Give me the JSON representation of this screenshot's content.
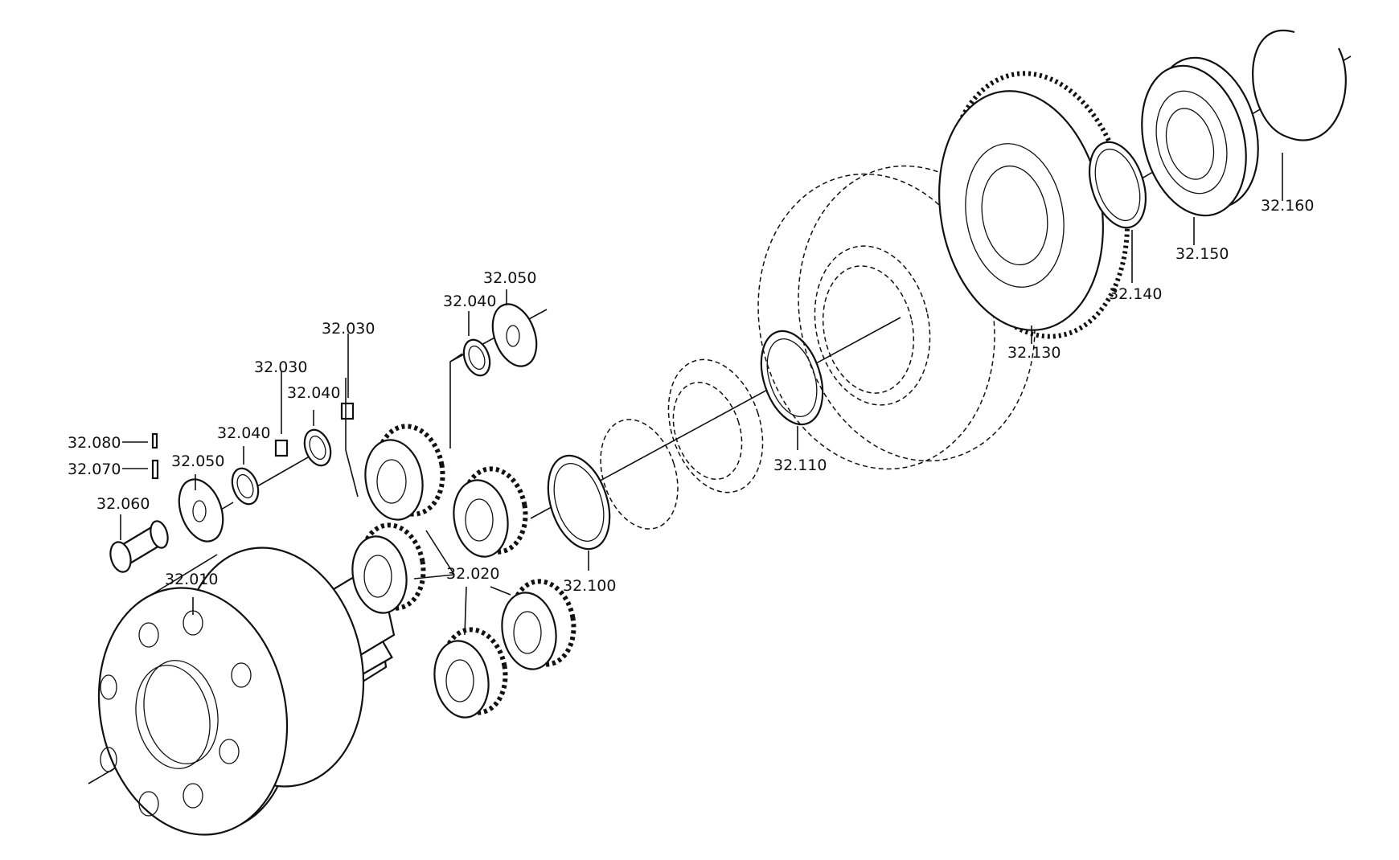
{
  "labels": {
    "p32_010": "32.010",
    "p32_020": "32.020",
    "p32_030a": "32.030",
    "p32_030b": "32.030",
    "p32_040a": "32.040",
    "p32_040b": "32.040",
    "p32_040c": "32.040",
    "p32_050a": "32.050",
    "p32_050b": "32.050",
    "p32_060": "32.060",
    "p32_070": "32.070",
    "p32_080": "32.080",
    "p32_100": "32.100",
    "p32_110": "32.110",
    "p32_130": "32.130",
    "p32_140": "32.140",
    "p32_150": "32.150",
    "p32_160": "32.160"
  }
}
